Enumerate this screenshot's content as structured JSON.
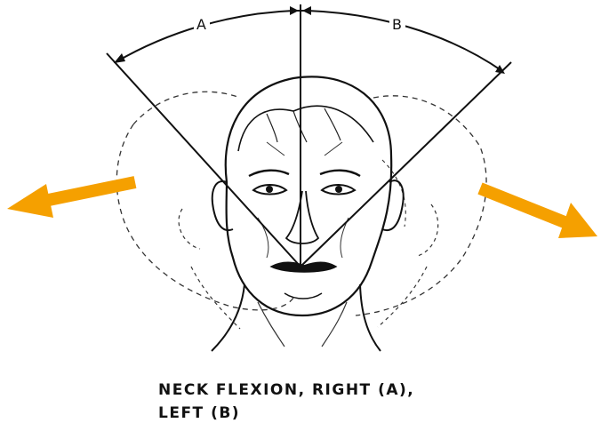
{
  "labels": {
    "angle_a": "A",
    "angle_b": "B"
  },
  "caption": {
    "line1": "NECK FLEXION, RIGHT (A),",
    "line2": "LEFT (B)"
  },
  "colors": {
    "arrow": "#f5a000",
    "line": "#111111"
  }
}
